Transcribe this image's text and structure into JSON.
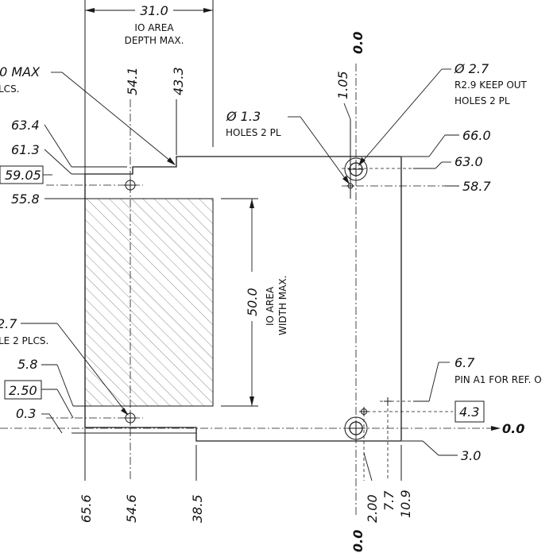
{
  "labels": {
    "top_width": "31.0",
    "io_area": "IO AREA",
    "depth_max": "DEPTH MAX.",
    "max_partial": ".0 MAX",
    "lcs_partial": "LCS.",
    "d541": "54.1",
    "d433": "43.3",
    "d105": "1.05",
    "top_zero": "0.0",
    "hole_dia_27": "Ø 2.7",
    "keep_out": "R2.9 KEEP OUT",
    "holes_2pl": "HOLES 2 PL",
    "hole_dia_13": "Ø 1.3",
    "holes_2pl_small": "HOLES 2 PL",
    "d634": "63.4",
    "d613": "61.3",
    "d5905": "59.05",
    "d558": "55.8",
    "d660": "66.0",
    "d630": "63.0",
    "d587": "58.7",
    "io_height": "50.0",
    "width_max": "WIDTH MAX.",
    "left_27_partial": "2.7",
    "left_holes_partial": "LE 2 PLCS.",
    "d58": "5.8",
    "d250": "2.50",
    "d03": "0.3",
    "d67": "6.7",
    "pin_a1": "PIN A1 FOR REF. O",
    "d43": "4.3",
    "right_zero": "0.0",
    "d30": "3.0",
    "b656": "65.6",
    "b546": "54.6",
    "b385": "38.5",
    "b200": "2.00",
    "b77": "7.7",
    "b109": "10.9",
    "bottom_zero": "0.0"
  }
}
